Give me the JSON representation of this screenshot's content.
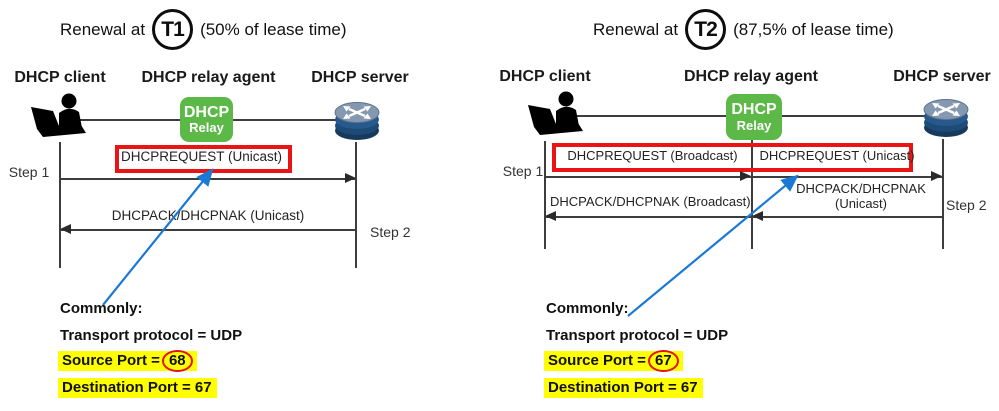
{
  "colors": {
    "box_red": "#ea1414",
    "highlight_yellow": "#ffff00",
    "relay_green": "#5cb947",
    "annotation_blue": "#1b79d6",
    "line_dark": "#3d3d3d",
    "router_body_blue": "#1d4a77",
    "router_top_gray": "#8498af"
  },
  "icons": {
    "client": "person-laptop-icon",
    "server": "router-icon"
  },
  "panels": {
    "left": {
      "title": {
        "prefix": "Renewal at",
        "badge": "T1",
        "suffix": "(50% of lease time)"
      },
      "entities": {
        "client": "DHCP client",
        "relay": "DHCP relay agent",
        "server": "DHCP server"
      },
      "relay_box": {
        "line1": "DHCP",
        "line2": "Relay"
      },
      "steps": {
        "step1": "Step 1",
        "step2": "Step 2"
      },
      "messages": {
        "request": "DHCPREQUEST (Unicast)",
        "ack": "DHCPACK/DHCPNAK (Unicast)"
      },
      "notes": {
        "heading": "Commonly:",
        "transport": "Transport protocol = UDP",
        "source_label": "Source Port =",
        "source_value": "68",
        "destination": "Destination Port = 67"
      }
    },
    "right": {
      "title": {
        "prefix": "Renewal at",
        "badge": "T2",
        "suffix": "(87,5% of lease time)"
      },
      "entities": {
        "client": "DHCP client",
        "relay": "DHCP relay agent",
        "server": "DHCP server"
      },
      "relay_box": {
        "line1": "DHCP",
        "line2": "Relay"
      },
      "steps": {
        "step1": "Step 1",
        "step2": "Step 2"
      },
      "messages": {
        "request_broadcast": "DHCPREQUEST (Broadcast)",
        "request_unicast": "DHCPREQUEST (Unicast)",
        "ack_broadcast": "DHCPACK/DHCPNAK (Broadcast)",
        "ack_unicast_line1": "DHCPACK/DHCPNAK",
        "ack_unicast_line2": "(Unicast)"
      },
      "notes": {
        "heading": "Commonly:",
        "transport": "Transport protocol = UDP",
        "source_label": "Source Port =",
        "source_value": "67",
        "destination": "Destination Port = 67"
      }
    }
  }
}
